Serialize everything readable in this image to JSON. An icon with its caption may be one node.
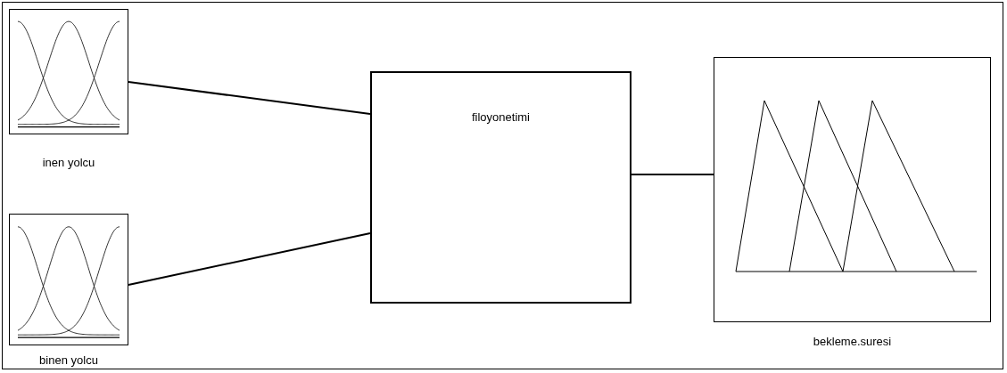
{
  "diagram": {
    "nodes": [
      {
        "text": [
          "inen yolcu"
        ]
      },
      {
        "text": [
          "binen yolcu"
        ]
      },
      {
        "text": [
          "filoyonetimi"
        ]
      },
      {
        "text": [
          "bekleme.suresi"
        ]
      }
    ],
    "edges": [
      {
        "from": 0,
        "to": 2,
        "arrow": "none"
      },
      {
        "from": 1,
        "to": 2,
        "arrow": "none"
      },
      {
        "from": 2,
        "to": 3,
        "arrow": "none"
      }
    ]
  }
}
